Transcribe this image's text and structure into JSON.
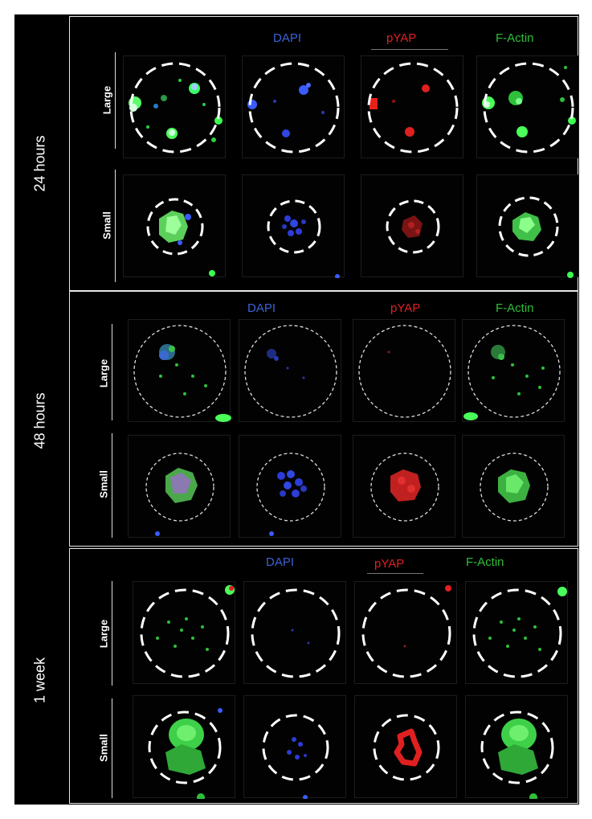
{
  "rows": [
    {
      "time_label": "24 hours",
      "channels": [
        "DAPI",
        "pYAP",
        "F-Actin"
      ],
      "sizes": [
        "Large",
        "Small"
      ]
    },
    {
      "time_label": "48 hours",
      "channels": [
        "DAPI",
        "pYAP",
        "F-Actin"
      ],
      "sizes": [
        "Large",
        "Small"
      ]
    },
    {
      "time_label": "1 week",
      "channels": [
        "DAPI",
        "pYAP",
        "F-Actin"
      ],
      "sizes": [
        "Large",
        "Small"
      ]
    }
  ],
  "colors": {
    "dapi": "#3a63d8",
    "pyap": "#e02020",
    "factin": "#2fbf3a"
  }
}
